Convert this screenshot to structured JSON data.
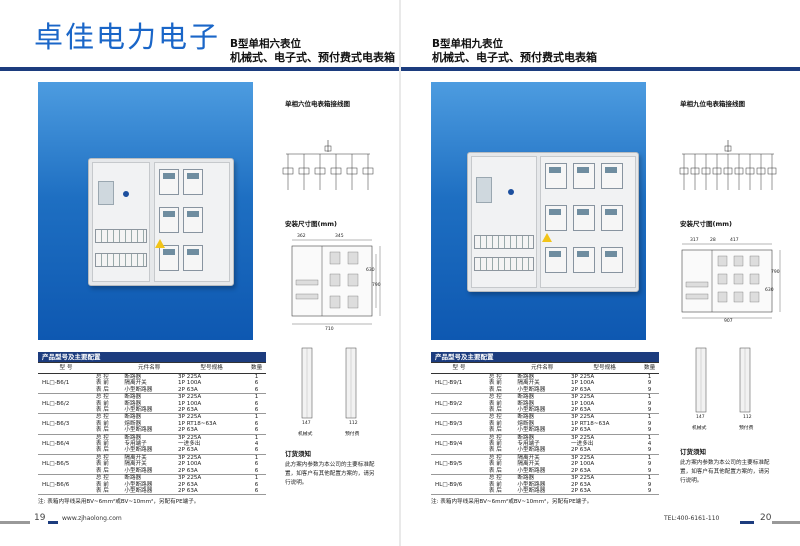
{
  "brand": "卓佳电力电子",
  "left": {
    "title_line1": "B型单相六表位",
    "title_line2": "机械式、电子式、预付费式电表箱",
    "wiring_title": "单相六位电表箱接线图",
    "dims_title": "安装尺寸图(mm)",
    "dims": {
      "w1": "362",
      "w2": "345",
      "w_total": "710",
      "h_total": "790",
      "h_sub": "630",
      "d_a": "147",
      "d_b": "112"
    },
    "side_labels": [
      "机械式",
      "预付费"
    ],
    "notice_title": "订货须知",
    "notice_text": "此方案内参数为本公司的主要标准配置，如客户有其他配置方案的，请另行说明。",
    "page_number": "19",
    "url": "www.zjhaolong.com"
  },
  "right": {
    "title_line1": "B型单相九表位",
    "title_line2": "机械式、电子式、预付费式电表箱",
    "wiring_title": "单相九位电表箱接线图",
    "dims_title": "安装尺寸图(mm)",
    "dims": {
      "w1": "317",
      "w2": "28",
      "w3": "417",
      "w_total": "907",
      "h_total": "790",
      "h_sub": "630",
      "d_a": "147",
      "d_b": "112"
    },
    "side_labels": [
      "机械式",
      "预付费"
    ],
    "notice_title": "订货须知",
    "notice_text": "此方案内参数为本公司的主要标准配置，如客户有其他配置方案的，请另行说明。",
    "page_number": "20",
    "tel": "TEL:400-6161-110"
  },
  "spec": {
    "section_title": "产品型号及主要配置",
    "headers": [
      "型 号",
      "",
      "元件名称",
      "型号规格",
      "数量"
    ],
    "left_groups": [
      {
        "model": "HL□-B6/1",
        "rows": [
          [
            "总 控",
            "断路器",
            "3P 225A",
            "1"
          ],
          [
            "表 前",
            "隔离开关",
            "1P 100A",
            "6"
          ],
          [
            "表 后",
            "小型断路器",
            "2P 63A",
            "6"
          ]
        ]
      },
      {
        "model": "HL□-B6/2",
        "rows": [
          [
            "总 控",
            "断路器",
            "3P 225A",
            "1"
          ],
          [
            "表 前",
            "断路器",
            "1P 100A",
            "6"
          ],
          [
            "表 后",
            "小型断路器",
            "2P 63A",
            "6"
          ]
        ]
      },
      {
        "model": "HL□-B6/3",
        "rows": [
          [
            "总 控",
            "断路器",
            "3P 225A",
            "1"
          ],
          [
            "表 前",
            "熔断器",
            "1P RT18~63A",
            "6"
          ],
          [
            "表 后",
            "小型断路器",
            "2P 63A",
            "6"
          ]
        ]
      },
      {
        "model": "HL□-B6/4",
        "rows": [
          [
            "总 控",
            "断路器",
            "3P 225A",
            "1"
          ],
          [
            "表 前",
            "专用端子",
            "一进多出",
            "4"
          ],
          [
            "表 后",
            "小型断路器",
            "2P 63A",
            "6"
          ]
        ]
      },
      {
        "model": "HL□-B6/5",
        "rows": [
          [
            "总 控",
            "隔离开关",
            "3P 225A",
            "1"
          ],
          [
            "表 前",
            "隔离开关",
            "2P 100A",
            "6"
          ],
          [
            "表 后",
            "小型断路器",
            "2P 63A",
            "6"
          ]
        ]
      },
      {
        "model": "HL□-B6/6",
        "rows": [
          [
            "总 控",
            "断路器",
            "3P 225A",
            "1"
          ],
          [
            "表 前",
            "小型断路器",
            "2P 63A",
            "6"
          ],
          [
            "表 后",
            "小型断路器",
            "2P 63A",
            "6"
          ]
        ]
      }
    ],
    "right_groups": [
      {
        "model": "HL□-B9/1",
        "rows": [
          [
            "总 控",
            "断路器",
            "3P 225A",
            "1"
          ],
          [
            "表 前",
            "隔离开关",
            "1P 100A",
            "9"
          ],
          [
            "表 后",
            "小型断路器",
            "2P 63A",
            "9"
          ]
        ]
      },
      {
        "model": "HL□-B9/2",
        "rows": [
          [
            "总 控",
            "断路器",
            "3P 225A",
            "1"
          ],
          [
            "表 前",
            "断路器",
            "1P 100A",
            "9"
          ],
          [
            "表 后",
            "小型断路器",
            "2P 63A",
            "9"
          ]
        ]
      },
      {
        "model": "HL□-B9/3",
        "rows": [
          [
            "总 控",
            "断路器",
            "3P 225A",
            "1"
          ],
          [
            "表 前",
            "熔断器",
            "1P RT18~63A",
            "9"
          ],
          [
            "表 后",
            "小型断路器",
            "2P 63A",
            "9"
          ]
        ]
      },
      {
        "model": "HL□-B9/4",
        "rows": [
          [
            "总 控",
            "断路器",
            "3P 225A",
            "1"
          ],
          [
            "表 前",
            "专用端子",
            "一进多出",
            "4"
          ],
          [
            "表 后",
            "小型断路器",
            "2P 63A",
            "9"
          ]
        ]
      },
      {
        "model": "HL□-B9/5",
        "rows": [
          [
            "总 控",
            "隔离开关",
            "3P 225A",
            "1"
          ],
          [
            "表 前",
            "隔离开关",
            "2P 100A",
            "9"
          ],
          [
            "表 后",
            "小型断路器",
            "2P 63A",
            "9"
          ]
        ]
      },
      {
        "model": "HL□-B9/6",
        "rows": [
          [
            "总 控",
            "断路器",
            "3P 225A",
            "1"
          ],
          [
            "表 前",
            "小型断路器",
            "2P 63A",
            "9"
          ],
          [
            "表 后",
            "小型断路器",
            "2P 63A",
            "9"
          ]
        ]
      }
    ],
    "note": "注: 表箱内导线采用BV~6mm²或BV~10mm²，另配有PE端子。"
  },
  "colors": {
    "brand": "#1a66c8",
    "navy": "#1c3c7e",
    "photo_blue": "#1e6fc2"
  }
}
